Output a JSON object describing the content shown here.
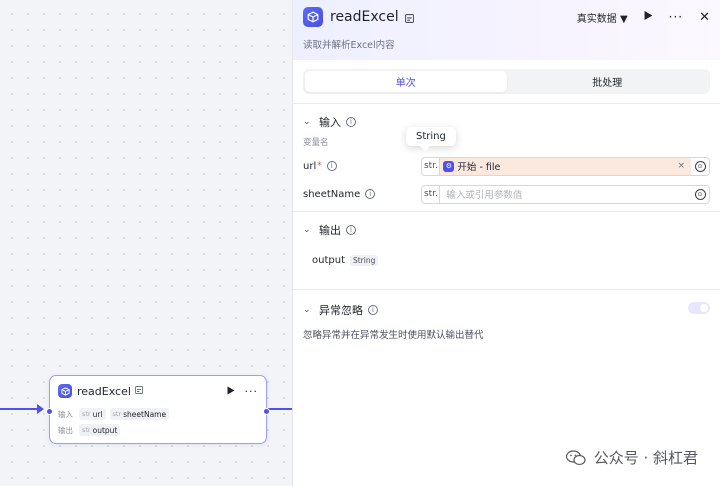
{
  "canvas": {
    "node": {
      "title": "readExcel",
      "input_label": "输入",
      "output_label": "输出",
      "inputs": [
        {
          "type": "str",
          "name": "url"
        },
        {
          "type": "str",
          "name": "sheetName"
        }
      ],
      "outputs": [
        {
          "type": "str",
          "name": "output"
        }
      ]
    },
    "edge_color": "#4e52e6"
  },
  "panel": {
    "title": "readExcel",
    "description": "读取并解析Excel内容",
    "mode_select": "真实数据",
    "tabs": [
      {
        "label": "单次",
        "active": true
      },
      {
        "label": "批处理",
        "active": false
      }
    ],
    "input_section": {
      "title": "输入",
      "column_label": "变量名",
      "tooltip": "String",
      "params": [
        {
          "name": "url",
          "required_mark": "*",
          "type": "str.",
          "ref_text": "开始 - file",
          "placeholder": ""
        },
        {
          "name": "sheetName",
          "required_mark": "",
          "type": "str.",
          "ref_text": "",
          "placeholder": "输入或引用参数值"
        }
      ]
    },
    "output_section": {
      "title": "输出",
      "outputs": [
        {
          "name": "output",
          "type": "String"
        }
      ]
    },
    "exception_section": {
      "title": "异常忽略",
      "enabled": false,
      "description": "忽略异常并在异常发生时使用默认输出替代"
    }
  },
  "watermark": "公众号 · 斜杠君",
  "colors": {
    "accent": "#4e52e6",
    "ref_fill": "#fbe8df",
    "required": "#e5484d"
  }
}
